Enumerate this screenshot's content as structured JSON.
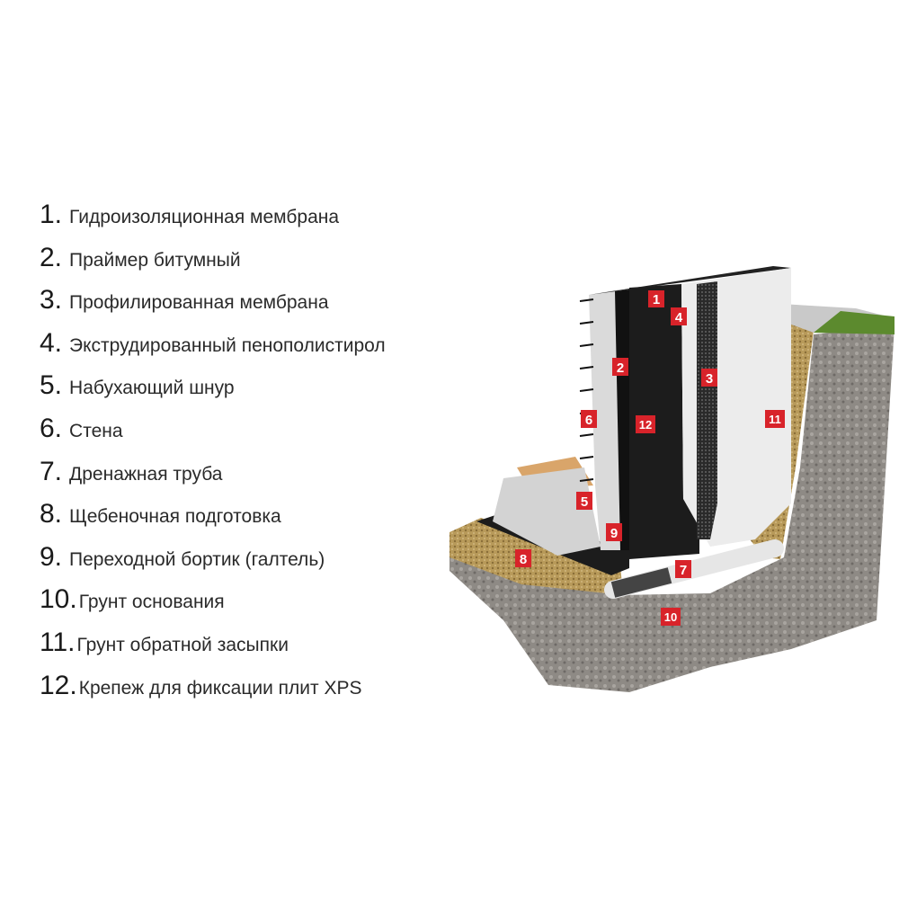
{
  "legend": [
    {
      "number": "1.",
      "label": "Гидроизоляционная мембрана"
    },
    {
      "number": "2.",
      "label": "Праймер битумный"
    },
    {
      "number": "3.",
      "label": "Профилированная мембрана"
    },
    {
      "number": "4.",
      "label": "Экструдированный пенополистирол"
    },
    {
      "number": "5.",
      "label": "Набухающий шнур"
    },
    {
      "number": "6.",
      "label": "Стена"
    },
    {
      "number": "7.",
      "label": "Дренажная труба"
    },
    {
      "number": "8.",
      "label": "Щебеночная подготовка"
    },
    {
      "number": "9.",
      "label": "Переходной бортик (галтель)"
    },
    {
      "number": "10.",
      "label": "Грунт основания"
    },
    {
      "number": "11.",
      "label": "Грунт обратной засыпки"
    },
    {
      "number": "12.",
      "label": "Крепеж для фиксации плит XPS"
    }
  ],
  "diagram_tags": [
    "1",
    "2",
    "3",
    "4",
    "5",
    "6",
    "7",
    "8",
    "9",
    "10",
    "11",
    "12"
  ],
  "colors": {
    "tag": "#d8232a",
    "membrane": "#1c1c1c",
    "xps": "#ececec",
    "gravel": "#b89a5a",
    "soil": "#8e8a85",
    "grass": "#5c8a2e"
  }
}
